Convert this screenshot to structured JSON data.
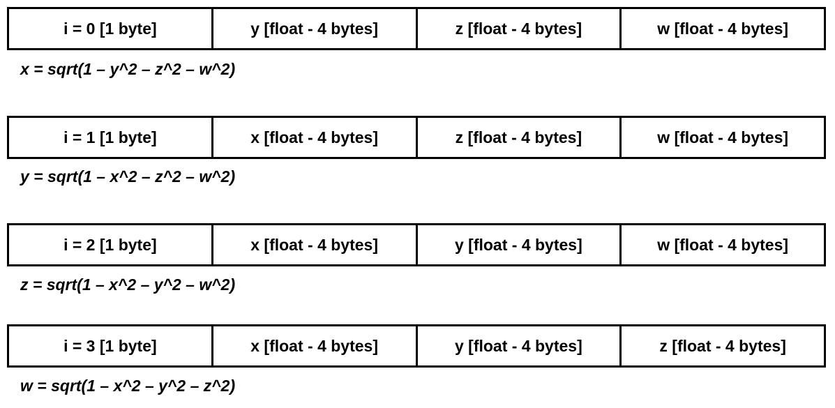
{
  "layouts": [
    {
      "cells": [
        "i = 0 [1 byte]",
        "y [float - 4 bytes]",
        "z [float - 4 bytes]",
        "w [float - 4 bytes]"
      ],
      "formula": "x = sqrt(1 – y^2 – z^2 – w^2)"
    },
    {
      "cells": [
        "i = 1 [1 byte]",
        "x [float - 4 bytes]",
        "z [float - 4 bytes]",
        "w [float - 4 bytes]"
      ],
      "formula": "y = sqrt(1 – x^2 – z^2 – w^2)"
    },
    {
      "cells": [
        "i = 2 [1 byte]",
        "x [float - 4 bytes]",
        "y [float - 4 bytes]",
        "w [float - 4 bytes]"
      ],
      "formula": "z = sqrt(1 – x^2 – y^2 – w^2)"
    },
    {
      "cells": [
        "i = 3 [1 byte]",
        "x [float - 4 bytes]",
        "y [float - 4 bytes]",
        "z [float - 4 bytes]"
      ],
      "formula": "w = sqrt(1 – x^2 – y^2 – z^2)"
    }
  ]
}
